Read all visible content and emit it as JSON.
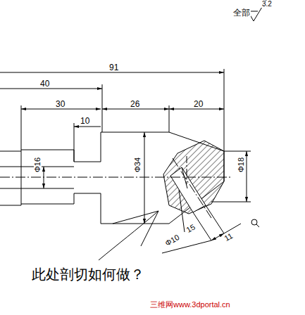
{
  "diagram": {
    "labels": [
      "全部",
      "3.2",
      "91",
      "40",
      "30",
      "26",
      "20",
      "10",
      "Φ16",
      "Φ34",
      "Φ18",
      "Φ10",
      "15",
      "11",
      "此处剖切如何做？",
      "三维网www.3dportal.cn"
    ]
  }
}
